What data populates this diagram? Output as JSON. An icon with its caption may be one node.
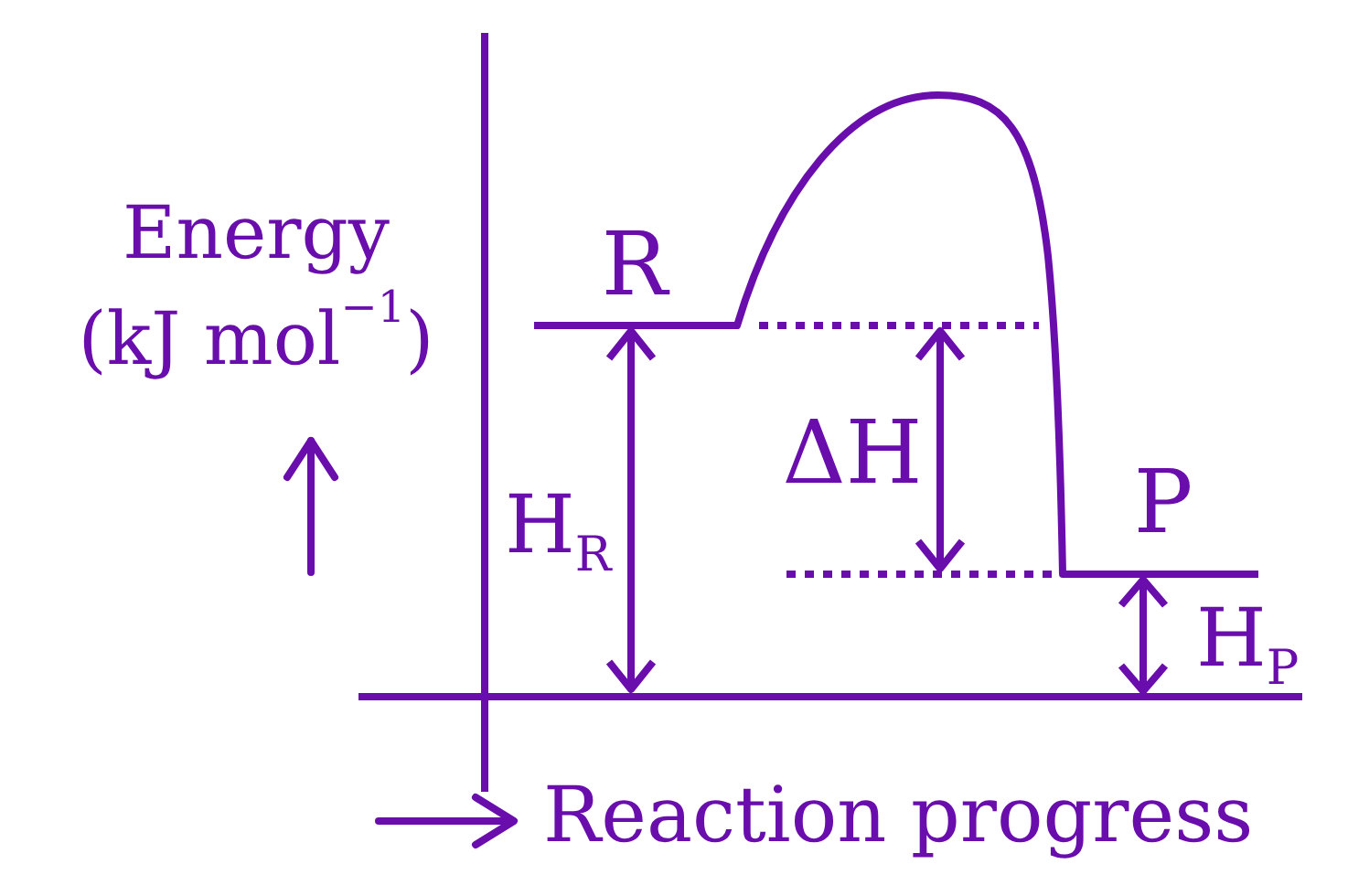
{
  "diagram": {
    "labels": [
      "Energy (kJ mol$^{−1}$)",
      "R",
      "ΔH",
      "P",
      "H$_{R}$",
      "H$_{P}$",
      "Reaction progress"
    ]
  }
}
